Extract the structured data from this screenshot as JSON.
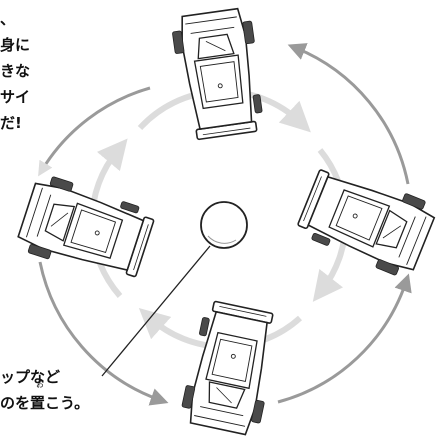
{
  "instruction_text": {
    "lines": [
      "、",
      "身に",
      "きな",
      "サイ",
      "だ!"
    ]
  },
  "marker_text": {
    "line1": "ップなど",
    "line2": "のを置こう。",
    "furigana": "お"
  },
  "colors": {
    "arrow": "#9a9a9a",
    "inner_arrow": "#dcdcdc",
    "tire": "#4a4a4a",
    "outline": "#222222"
  }
}
